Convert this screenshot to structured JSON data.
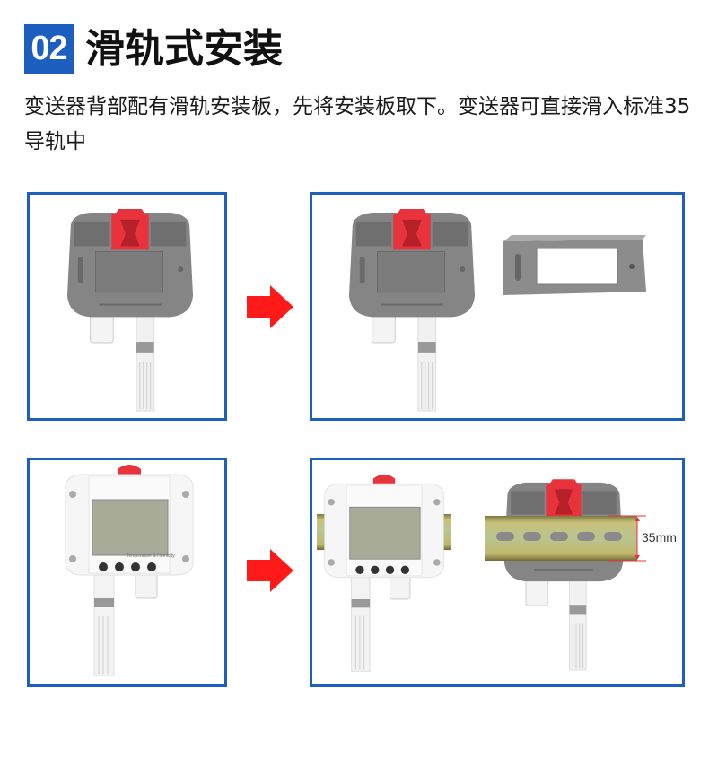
{
  "header": {
    "section_number": "02",
    "title": "滑轨式安装"
  },
  "description": "变送器背部配有滑轨安装板，先将安装板取下。变送器可直接滑入标准35导轨中",
  "steps": [
    {
      "name": "device-back-with-plate"
    },
    {
      "name": "device-back-plate-removed"
    },
    {
      "name": "device-front"
    },
    {
      "name": "device-mounted-on-rail",
      "dimension_label": "35mm",
      "front_panel_text": "Temperature & Humidity"
    }
  ],
  "colors": {
    "accent": "#1d5fbf",
    "arrow": "#ff1a1a",
    "clip": "#e8323c",
    "housing": "#858585"
  }
}
